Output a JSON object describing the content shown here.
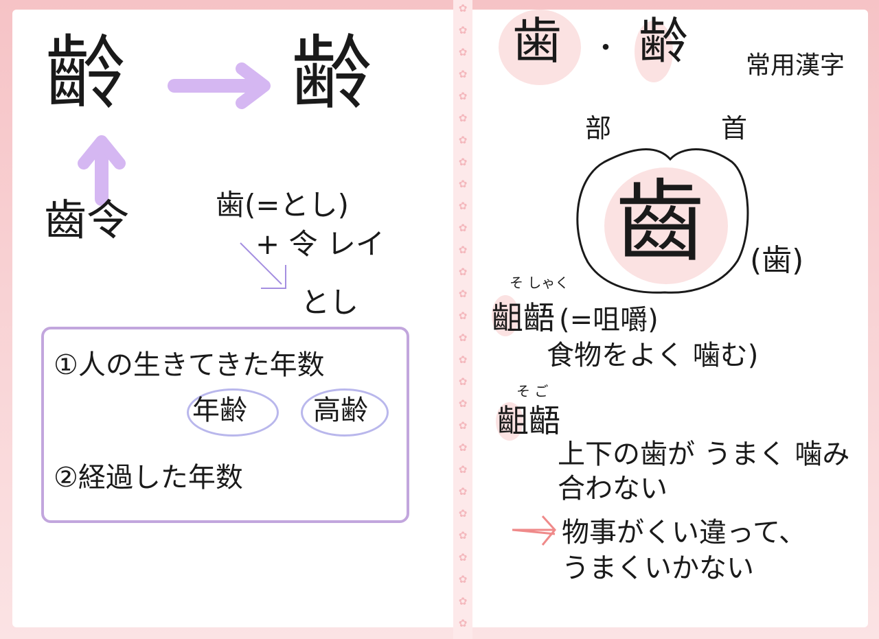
{
  "left": {
    "old_form": "齡",
    "new_form": "齢",
    "ancient_form": "齒令",
    "etymology": {
      "line1": "歯(=とし)",
      "line2": "+ 令 レイ",
      "line3": "とし"
    },
    "box": {
      "meaning1": "①人の生きてきた年数",
      "example1": "年齢",
      "example2": "高齢",
      "meaning2": "②経過した年数"
    }
  },
  "right": {
    "title_char1": "歯",
    "title_sep": "・",
    "title_char2": "齢",
    "jouyou": "常用漢字",
    "radical_label1": "部",
    "radical_label2": "首",
    "radical": "齒",
    "radical_variant": "(歯)",
    "word1": {
      "ruby": "そ しゃく",
      "word": "齟齬",
      "note": "(=咀嚼)",
      "meaning": "食物をよく 噛む)"
    },
    "word2": {
      "ruby": "そ ご",
      "word": "齟齬",
      "meaning1": "上下の歯が うまく 噛み",
      "meaning2": "合わない",
      "meaning3": "物事がくい違って、",
      "meaning4": "うまくいかない"
    }
  },
  "colors": {
    "arrow_purple": "#d5b7f2",
    "box_purple": "#c2a6dd",
    "oval_blue": "#b9b7ec",
    "red_arrow": "#ef8a8a",
    "blob_pink": "#fbe2e2"
  }
}
